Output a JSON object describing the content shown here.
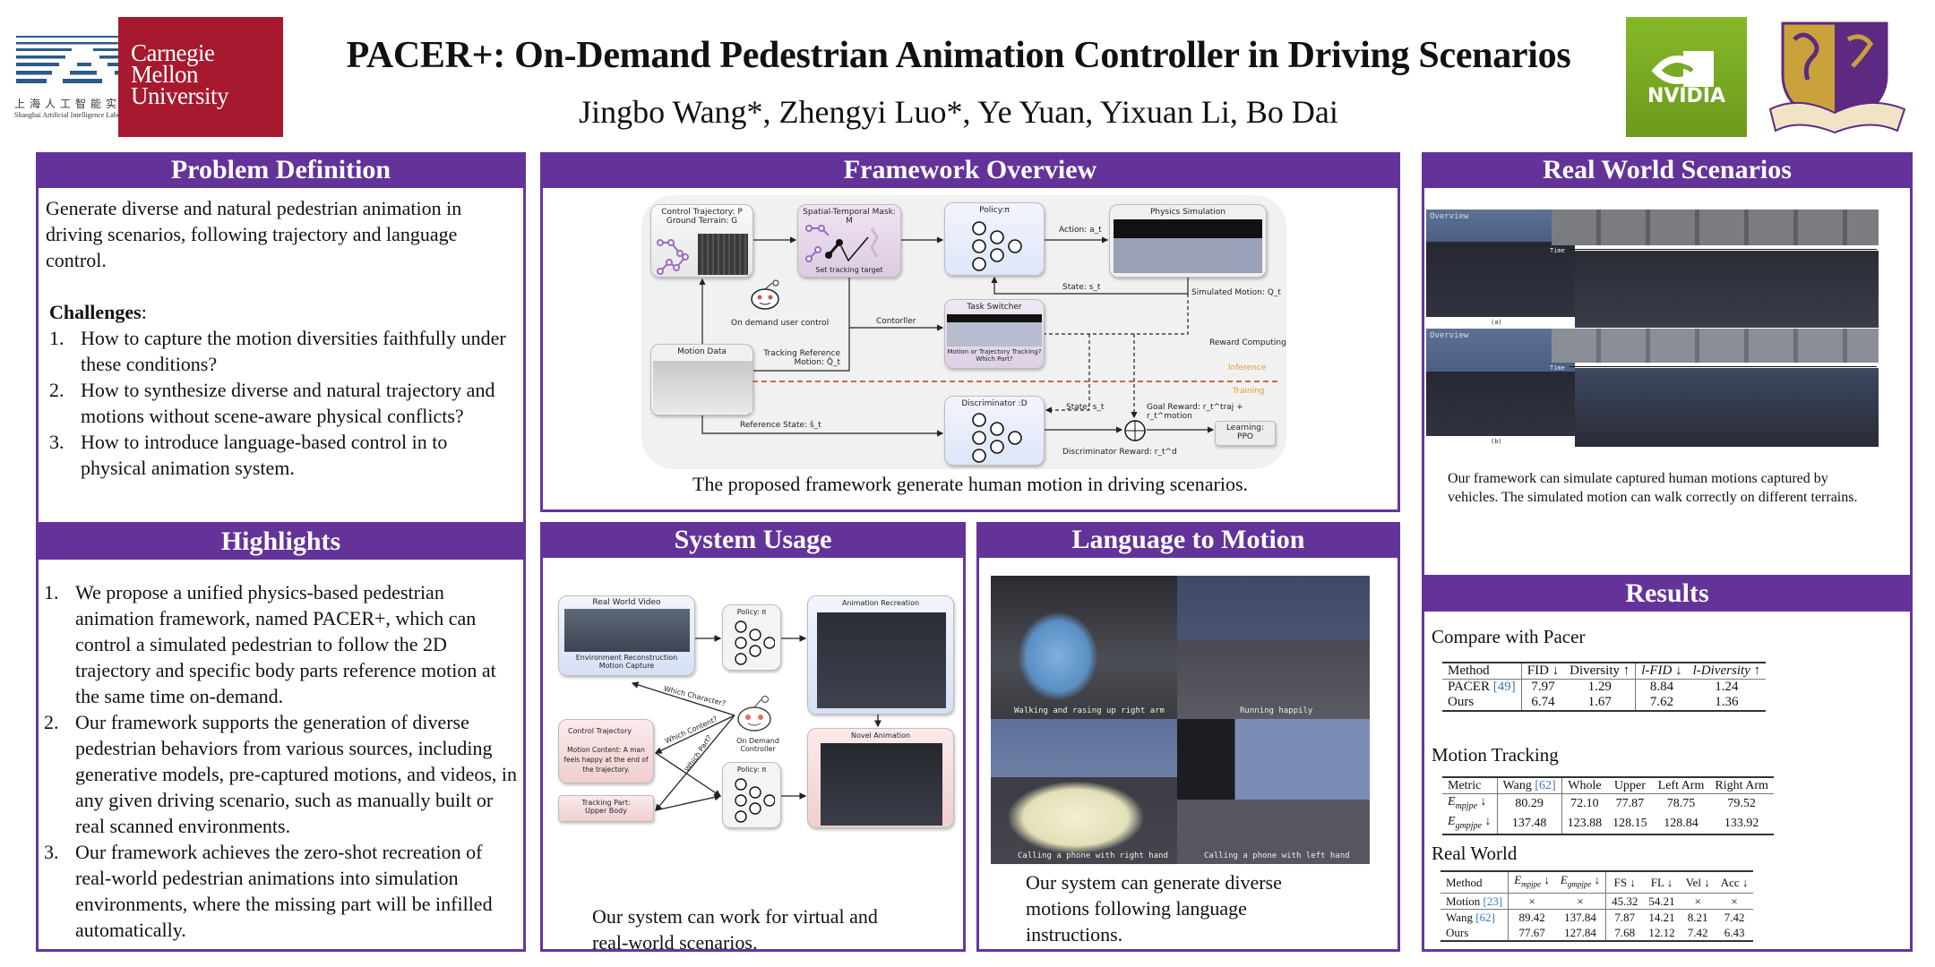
{
  "header": {
    "title": "PACER+: On-Demand Pedestrian Animation Controller in Driving Scenarios",
    "authors": "Jingbo Wang*,  Zhengyi Luo*, Ye Yuan, Yixuan Li, Bo Dai",
    "logos": {
      "sail_cn": "上海人工智能实验室",
      "sail_en": "Shanghai Artificial Intelligence Laboratory",
      "cmu_line1": "Carnegie",
      "cmu_line2": "Mellon",
      "cmu_line3": "University",
      "nvidia": "NVIDIA"
    }
  },
  "colors": {
    "panel_purple": "#633399",
    "cmu_red": "#a6192e",
    "nvidia_green": "#76b900",
    "ref_blue": "#3b74c6"
  },
  "problem": {
    "heading": "Problem Definition",
    "intro": "Generate diverse and natural pedestrian animation in driving scenarios, following trajectory and language control.",
    "challenges_label": "Challenges",
    "challenges": [
      {
        "num": "1.",
        "text": "How to capture the motion diversities faithfully under these conditions?"
      },
      {
        "num": "2.",
        "text": "How to synthesize diverse and natural trajectory and motions without scene-aware physical conflicts?"
      },
      {
        "num": "3.",
        "text": "How to introduce language-based control in to physical animation system."
      }
    ]
  },
  "highlights": {
    "heading": "Highlights",
    "items": [
      {
        "num": "1.",
        "text": "We propose a unified physics-based pedestrian animation framework, named PACER+, which can control a simulated pedestrian to follow the 2D trajectory and specific body parts reference motion at the same time on-demand."
      },
      {
        "num": "2.",
        "text": " Our framework supports the generation of diverse pedestrian behaviors from various sources, including generative models, pre-captured motions, and videos, in any given driving scenario, such as manually built or real scanned environments."
      },
      {
        "num": "3.",
        "text": "Our framework achieves the zero-shot recreation of real-world pedestrian animations into simulation environments, where the missing part will be infilled automatically."
      }
    ]
  },
  "framework": {
    "heading": "Framework Overview",
    "caption": "The proposed framework generate human motion in driving scenarios.",
    "diagram": {
      "control_traj": "Control Trajectory: P",
      "ground_terrain": "Ground Terrain: G",
      "mask": "Spatial-Temporal Mask: M",
      "set_target": "Set tracking target",
      "policy": "Policy:π",
      "action": "Action: a_t",
      "physics": "Physics Simulation",
      "state": "State: s_t",
      "simulated": "Simulated Motion: Q_t",
      "user_control": "On demand user control",
      "controller": "Contorller",
      "task_switcher": "Task Switcher",
      "task_q1": "Motion or Trajectory Tracking?",
      "task_q2": "Which Part?",
      "motion_data": "Motion Data",
      "tracking_ref1": "Tracking Reference",
      "tracking_ref2": "Motion: Q̂_t",
      "reward_computing": "Reward Computing",
      "inference": "Inference",
      "training": "Training",
      "discriminator": "Discriminator :D",
      "state2": "State: s_t",
      "goal_reward": "Goal Reward: r_t^traj + r_t^motion",
      "reference_state": "Reference State: ŝ_t",
      "disc_reward": "Discriminator Reward: r_t^d",
      "learning1": "Learning:",
      "learning2": "PPO"
    }
  },
  "usage": {
    "heading": "System Usage",
    "caption": "Our system can work for virtual and real-world scenarios.",
    "diagram": {
      "real_video": "Real World Video",
      "env_recon": "Environment Reconstruction",
      "mocap": "Motion Capture",
      "policy": "Policy: π",
      "anim_recreation": "Animation Recreation",
      "which_character": "Which Character?",
      "which_content": "Which Content?",
      "which_part": "Which Part?",
      "on_demand1": "On Demand",
      "on_demand2": "Controller",
      "control_traj": "Control Trajectory",
      "motion_content": "Motion Content: A man feels happy at the end of the trajectory.",
      "tracking_part1": "Tracking Part:",
      "tracking_part2": "Upper Body",
      "novel_anim": "Novel Animation"
    }
  },
  "language": {
    "heading": "Language to Motion",
    "caption": "Our system can generate diverse motions following language instructions.",
    "tiles": [
      "Walking and rasing up right arm",
      "Running happily",
      "Calling a phone with right hand",
      "Calling a phone with left hand"
    ]
  },
  "realworld": {
    "heading": "Real World Scenarios",
    "overview_label": "Overview",
    "time_label": "Time",
    "sub_a": "(a)",
    "sub_b": "(b)",
    "caption": "Our framework can simulate captured human motions captured by vehicles. The simulated motion can walk correctly on different terrains."
  },
  "results": {
    "heading": "Results",
    "compare": {
      "title": "Compare with Pacer",
      "headers": [
        "Method",
        "FID ↓",
        "Diversity ↑",
        "l-FID ↓",
        "l-Diversity ↑"
      ],
      "rows": [
        {
          "method": "PACER",
          "ref": "[49]",
          "values": [
            "7.97",
            "1.29",
            "8.84",
            "1.24"
          ]
        },
        {
          "method": "Ours",
          "ref": "",
          "values": [
            "6.74",
            "1.67",
            "7.62",
            "1.36"
          ]
        }
      ]
    },
    "tracking": {
      "title": "Motion Tracking",
      "headers": [
        "Metric",
        "Wang",
        "[62]",
        "Whole",
        "Upper",
        "Left Arm",
        "Right Arm"
      ],
      "rows": [
        {
          "metric": "E",
          "sub": "mpjpe",
          "arrow": "↓",
          "values": [
            "80.29",
            "72.10",
            "77.87",
            "78.75",
            "79.52"
          ]
        },
        {
          "metric": "E",
          "sub": "gmpjpe",
          "arrow": "↓",
          "values": [
            "137.48",
            "123.88",
            "128.15",
            "128.84",
            "133.92"
          ]
        }
      ]
    },
    "realworld": {
      "title": "Real World",
      "headers": [
        "Method",
        "mpjpe",
        "gmpjpe",
        "FS ↓",
        "FL ↓",
        "Vel ↓",
        "Acc ↓"
      ],
      "rows": [
        {
          "method": "Motion",
          "ref": "[23]",
          "values": [
            "×",
            "×",
            "45.32",
            "54.21",
            "×",
            "×"
          ]
        },
        {
          "method": "Wang",
          "ref": "[62]",
          "values": [
            "89.42",
            "137.84",
            "7.87",
            "14.21",
            "8.21",
            "7.42"
          ]
        },
        {
          "method": "Ours",
          "ref": "",
          "values": [
            "77.67",
            "127.84",
            "7.68",
            "12.12",
            "7.42",
            "6.43"
          ]
        }
      ]
    }
  }
}
